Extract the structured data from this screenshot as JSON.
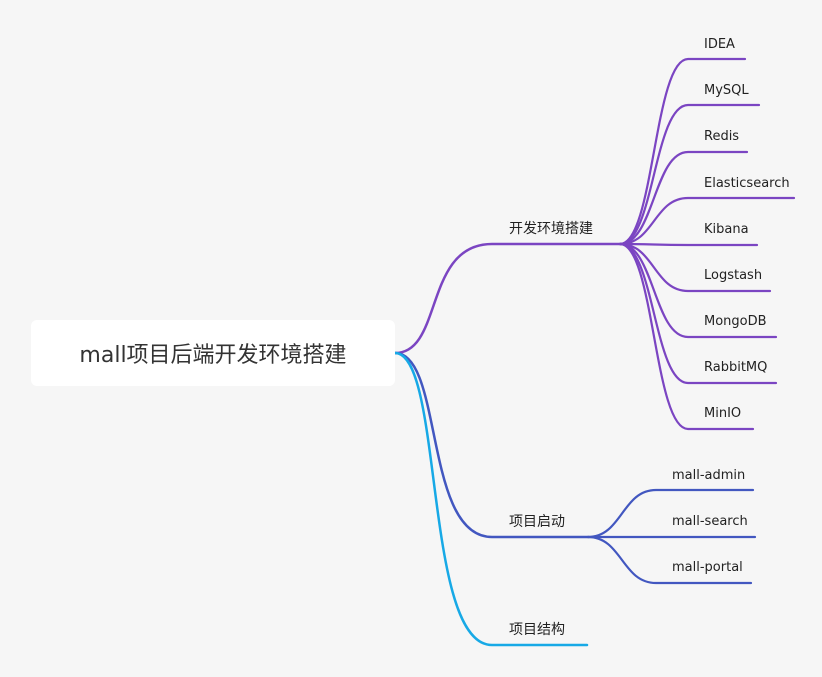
{
  "root": {
    "label": "mall项目后端开发环境搭建"
  },
  "branches": [
    {
      "label": "开发环境搭建",
      "color": "#7b45c2",
      "children": [
        "IDEA",
        "MySQL",
        "Redis",
        "Elasticsearch",
        "Kibana",
        "Logstash",
        "MongoDB",
        "RabbitMQ",
        "MinIO"
      ]
    },
    {
      "label": "项目启动",
      "color": "#4257c0",
      "children": [
        "mall-admin",
        "mall-search",
        "mall-portal"
      ]
    },
    {
      "label": "项目结构",
      "color": "#17a9e6",
      "children": []
    }
  ]
}
